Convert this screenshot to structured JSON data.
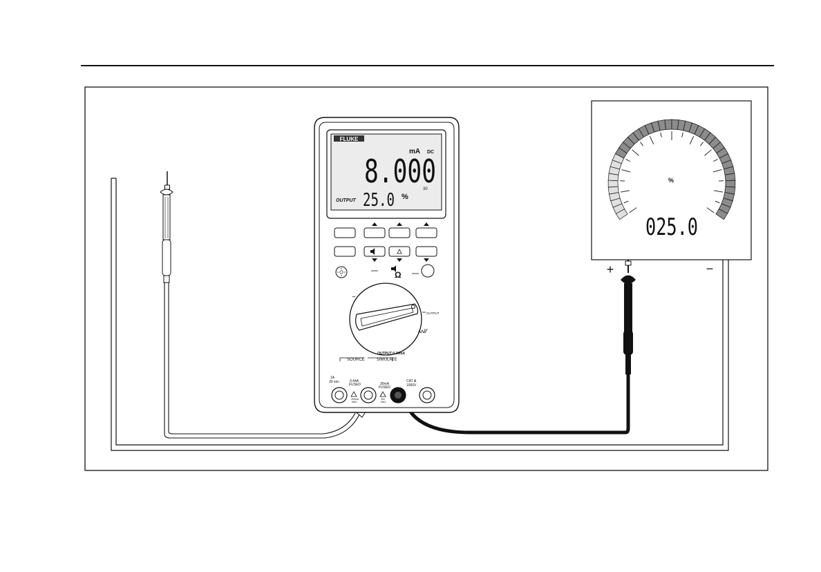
{
  "meter": {
    "brand": "FLUKE",
    "primary_value": "8.000",
    "primary_unit": "mA",
    "primary_mode": "DC",
    "bargraph_scale": "30",
    "output_label": "OUTPUT",
    "secondary_value": "25.0",
    "secondary_unit": "%",
    "icons": {
      "backlight": "sun-icon",
      "range_up": "triangle-up-icon",
      "range_down": "triangle-down-icon",
      "beeper": "speaker-icon",
      "relative": "delta-icon"
    },
    "dial_labels": {
      "ohm": "Ω",
      "output": "OUTPUT",
      "ac": "~",
      "output_range": "OUTPUT 0-24mA",
      "source": "SOURCE",
      "simulate": "SIMULATE"
    },
    "jacks": {
      "amps_rating_1": "1A",
      "amps_rating_2": "30 sec",
      "fuse_1_rating": "0.44A",
      "fuse_1_label": "FUSED",
      "fuse_2_rating": "30mA",
      "fuse_2_label": "FUSED",
      "cat_rating": "CAT Ⅲ",
      "voltage_rating": "1000V",
      "warn_1_line_1": "400mA",
      "warn_1_line_2": "MAX",
      "warn_2_line_1": "30V",
      "warn_2_line_2": "MAX"
    }
  },
  "panel_meter": {
    "unit": "%",
    "readout": "025.0",
    "plus_label": "+",
    "minus_label": "−"
  },
  "colors": {
    "line": "#111111",
    "lead_black": "#111111",
    "lead_gray": "#bdbdbd",
    "lcd_bg": "#ececec",
    "scale_light": "#e0e0e0",
    "scale_dark": "#8c8c8c"
  }
}
